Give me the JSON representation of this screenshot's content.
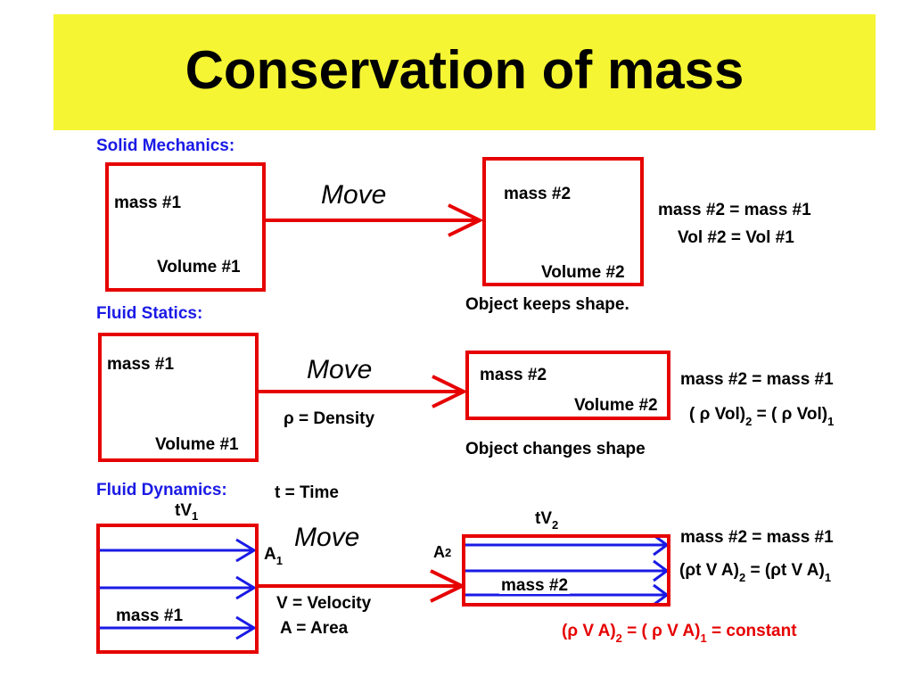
{
  "title": "Conservation of mass",
  "colors": {
    "title_bg": "#f5f533",
    "box": "#e60000",
    "heading": "#1a1ae6",
    "flow": "#1a1ae6"
  },
  "solid": {
    "heading": "Solid Mechanics:",
    "box1_mass": "mass #1",
    "box1_volume": "Volume #1",
    "move": "Move",
    "box2_mass": "mass #2",
    "box2_volume": "Volume #2",
    "eq1": "mass #2 = mass #1",
    "eq2": "Vol #2 = Vol #1",
    "note": "Object keeps shape."
  },
  "statics": {
    "heading": "Fluid Statics:",
    "box1_mass": "mass #1",
    "box1_volume": "Volume #1",
    "move": "Move",
    "density": "ρ = Density",
    "box2_mass": "mass #2",
    "box2_volume": "Volume #2",
    "eq1": "mass #2 = mass #1",
    "eq2_left": "( ρ Vol)",
    "eq2_sub_left": "2",
    "eq2_mid": "= ( ρ Vol)",
    "eq2_sub_right": "1",
    "note": "Object changes shape"
  },
  "dynamics": {
    "heading": "Fluid Dynamics:",
    "time": "t = Time",
    "tv1": "tV",
    "tv1_sub": "1",
    "a1": "A",
    "a1_sub": "1",
    "move": "Move",
    "velocity": "V = Velocity",
    "area": "A = Area",
    "box1_mass": "mass #1",
    "tv2": "tV",
    "tv2_sub": "2",
    "a2": "A",
    "a2_sub": "2",
    "box2_mass": "mass #2",
    "eq1": "mass #2 = mass #1",
    "eq2_left": "(ρt V A)",
    "eq2_sub_left": "2",
    "eq2_mid": "= (ρt V A)",
    "eq2_sub_right": "1",
    "result_left": "(ρ V A)",
    "result_sub_left": "2",
    "result_mid": "= ( ρ V A)",
    "result_sub_right": "1",
    "result_end": "= constant"
  }
}
